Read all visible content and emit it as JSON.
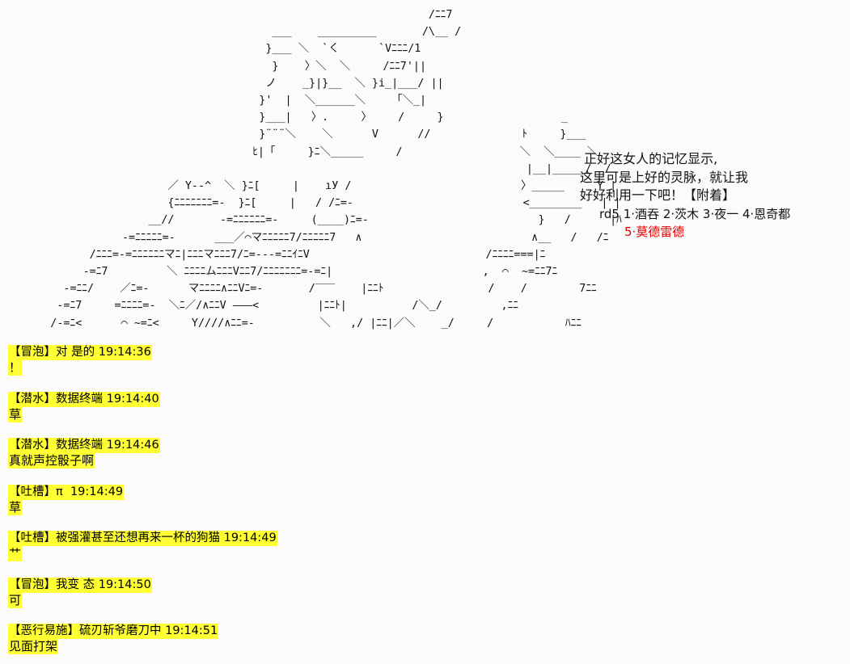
{
  "ascii_art": [
    "                                                               /ﾆﾆ7",
    "                                       ___    _________       /\\__ /",
    "                                      }___ ＼  `く      `Vﾆﾆﾆ/1",
    "                                       }    〉＼  ＼     /ﾆﾆ7'||",
    "                                      ノ    _}|}__  ＼ }i_|___/ ||",
    "                                     }'  |  ＼______＼    「＼_|",
    "                                     }___|   〉.     〉    /     }                  _",
    "                                     }¨¨¨＼    ＼      V      //              ﾄ     }___",
    "                                    ﾋ|「     }ﾆ＼_____     /                  ＼  ＼____ ＼",
    "                                                                              |__|_____/  /",
    "                       ／ Y--^  ＼ }ﾆ[     |    ıУ /                          〉_____     Y |",
    "                       {ﾆﾆﾆﾆﾆﾆﾆ=-  }ﾆ[     |   / /ﾆ=-                          <________   | |",
    "                    __//       -=ﾆﾆﾆﾆﾆﾆ=-     (____)ﾆ=-                          }   /      |ﾊ",
    "                -=ﾆﾆﾆﾆﾆ=-      ___／⌒マﾆﾆﾆﾆﾆ7/ﾆﾆﾆﾆﾆ7   ∧                          ∧__   /   /ﾆ",
    "           /ﾆﾆﾆ=-=ﾆﾆﾆﾆﾆﾆマﾆ|ﾆﾆﾆマﾆﾆﾆ7/ﾆ=---=ﾆﾆｲﾆV                           /ﾆﾆﾆﾆ===|ﾆ",
    "          -=ﾆ7         ＼ ﾆﾆﾆﾆムﾆﾆﾆVﾆﾆ7/ﾆﾆﾆﾆﾆﾆﾆ=-=ﾆ|                       ,  ⌒  ~=ﾆﾆ7ﾆ",
    "       -=ﾆﾆ/    ／ﾆ=-      マﾆﾆﾆﾆ∧ﾆﾆVﾆ=-       /‾‾‾    |ﾆﾆﾄ                /    /        7ﾆﾆ",
    "      -=ﾆ7     =ﾆﾆﾆﾆ=-  ＼ﾆ／/∧ﾆﾆV ―――<         |ﾆﾆﾄ|          /＼_/         ,ﾆﾆ",
    "     /-=ﾆ<      ⌒ ~=ﾆ<     Y////∧ﾆﾆ=-          ＼   ,/ |ﾆﾆ|／＼    _/     /           ﾊﾆﾆ"
  ],
  "caption": {
    "line1": " 正好这女人的记忆显示,",
    "line2": "这里可是上好的灵脉，就让我",
    "line3": "好好利用一下吧！【附着】",
    "line4": "rd5 1·酒吞 2·茨木 3·夜一 4·恩奇都",
    "line5": "5·莫德雷德",
    "highlight_color": "#e60000"
  },
  "messages": [
    {
      "head": "【冒泡】对 是的 19:14:36",
      "body": "！"
    },
    {
      "head": "【潜水】数据终端 19:14:40",
      "body": "草"
    },
    {
      "head": "【潜水】数据终端 19:14:46",
      "body": "真就声控骰子啊"
    },
    {
      "head": "【吐槽】π  19:14:49",
      "body": "草"
    },
    {
      "head": "【吐槽】被强灌甚至还想再来一杯的狗猫 19:14:49",
      "body": "艹"
    },
    {
      "head": "【冒泡】我变 态 19:14:50",
      "body": "可"
    },
    {
      "head": "【恶行易施】硫刃斩爷磨刀中 19:14:51",
      "body": "见面打架"
    }
  ],
  "colors": {
    "highlight": "#ffff33",
    "background": "#fbfbfb"
  }
}
